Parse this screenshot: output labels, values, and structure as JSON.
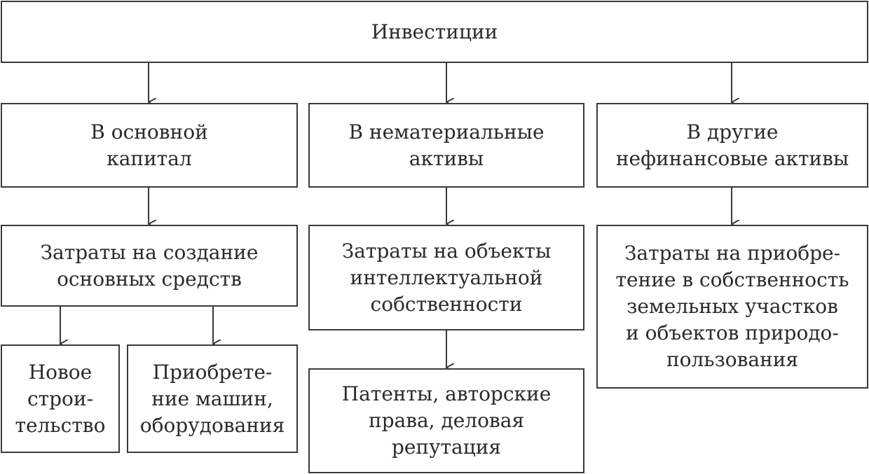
{
  "diagram": {
    "root": "Инвестиции",
    "level1": [
      "В основной\nкапитал",
      "В нематериальные\nактивы",
      "В другие\nнефинансовые активы"
    ],
    "level2": [
      "Затраты на создание\nосновных средств",
      "Затраты на объекты\nинтеллектуальной\nсобственности",
      "Затраты на приобре-\nтение в собственность\nземельных участков\nи объектов природо-\nпользования"
    ],
    "level3": [
      "Новое\nстрои-\nтельство",
      "Приобрете-\nние машин,\nоборудования",
      "Патенты, авторские\nправа, деловая\nрепутация"
    ]
  }
}
